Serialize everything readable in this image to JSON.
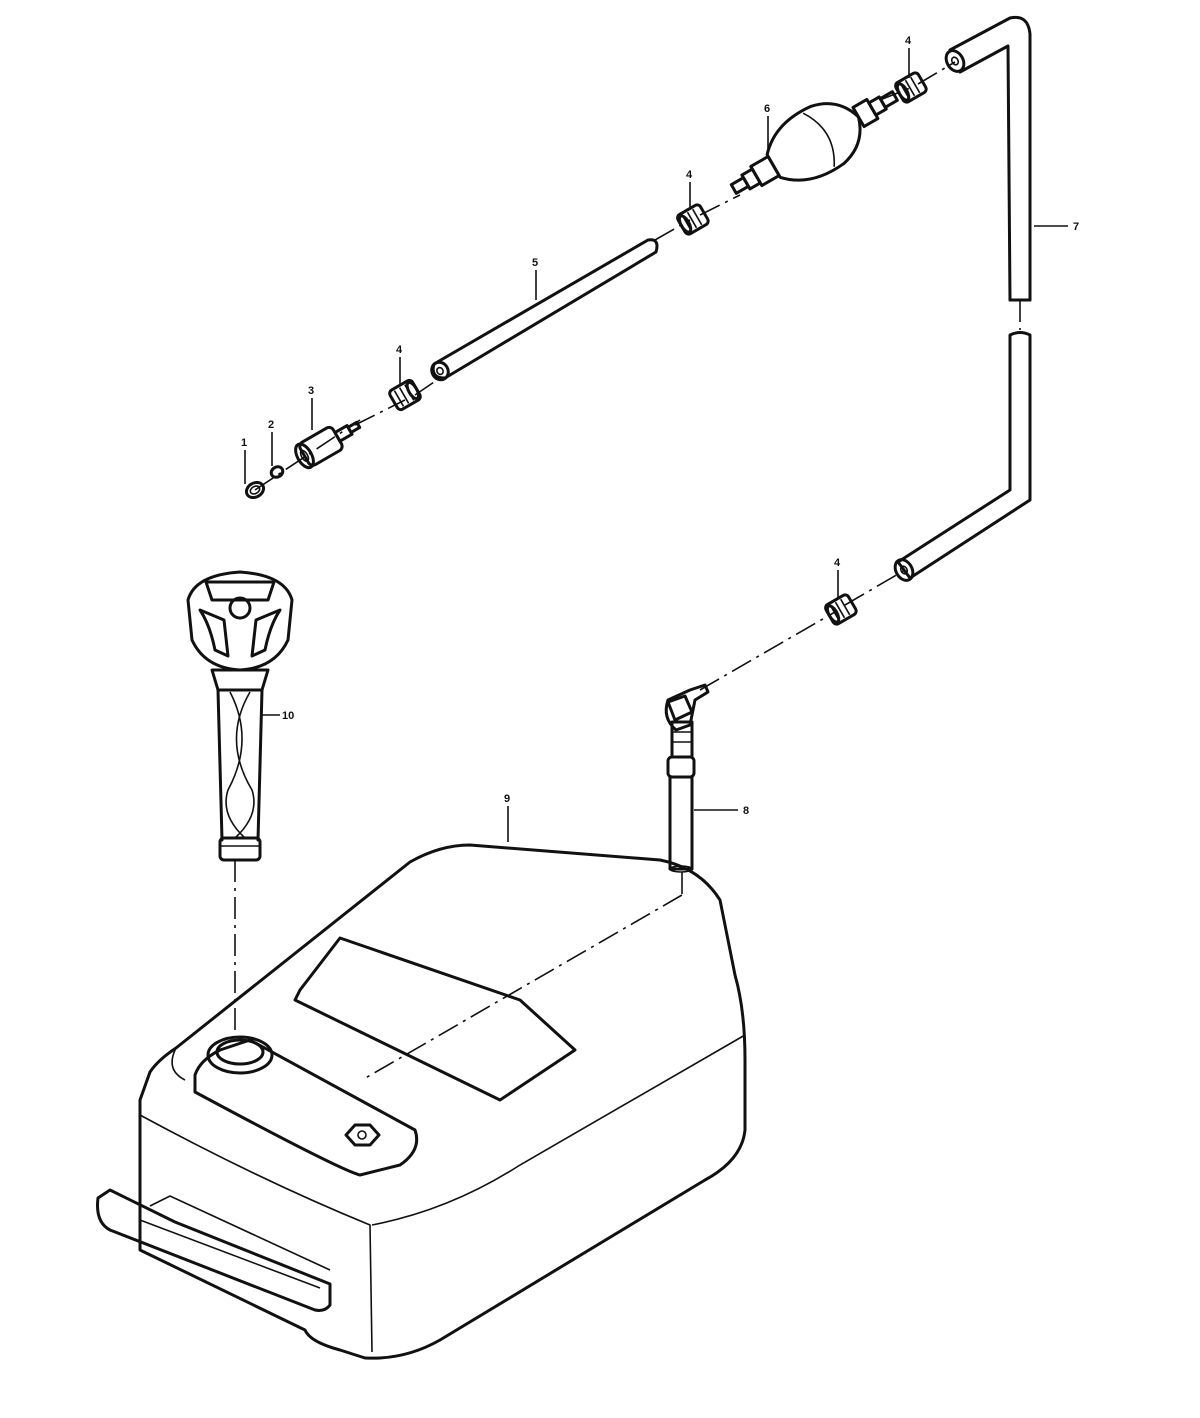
{
  "callouts": [
    {
      "id": "1",
      "text": "1"
    },
    {
      "id": "2",
      "text": "2"
    },
    {
      "id": "3",
      "text": "3"
    },
    {
      "id": "4a",
      "text": "4"
    },
    {
      "id": "5",
      "text": "5"
    },
    {
      "id": "4b",
      "text": "4"
    },
    {
      "id": "6",
      "text": "6"
    },
    {
      "id": "4c",
      "text": "4"
    },
    {
      "id": "7",
      "text": "7"
    },
    {
      "id": "4d",
      "text": "4"
    },
    {
      "id": "8",
      "text": "8"
    },
    {
      "id": "9",
      "text": "9"
    },
    {
      "id": "10",
      "text": "10"
    }
  ]
}
